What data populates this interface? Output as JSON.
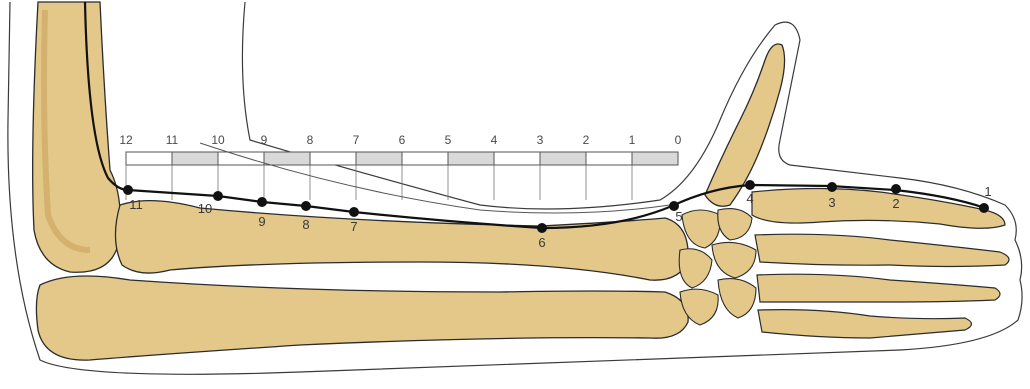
{
  "scale": {
    "numbers": [
      "12",
      "11",
      "10",
      "9",
      "8",
      "7",
      "6",
      "5",
      "4",
      "3",
      "2",
      "1",
      "0"
    ]
  },
  "points": [
    {
      "label": "1"
    },
    {
      "label": "2"
    },
    {
      "label": "3"
    },
    {
      "label": "4"
    },
    {
      "label": "5"
    },
    {
      "label": "6"
    },
    {
      "label": "7"
    },
    {
      "label": "8"
    },
    {
      "label": "9"
    },
    {
      "label": "10"
    },
    {
      "label": "11"
    }
  ],
  "colors": {
    "bone": "#e3c88a",
    "bone_shadow": "#c9a25e",
    "outline": "#2b2b2b",
    "meridian": "#111111",
    "scale_shade": "#d9d9d9"
  }
}
